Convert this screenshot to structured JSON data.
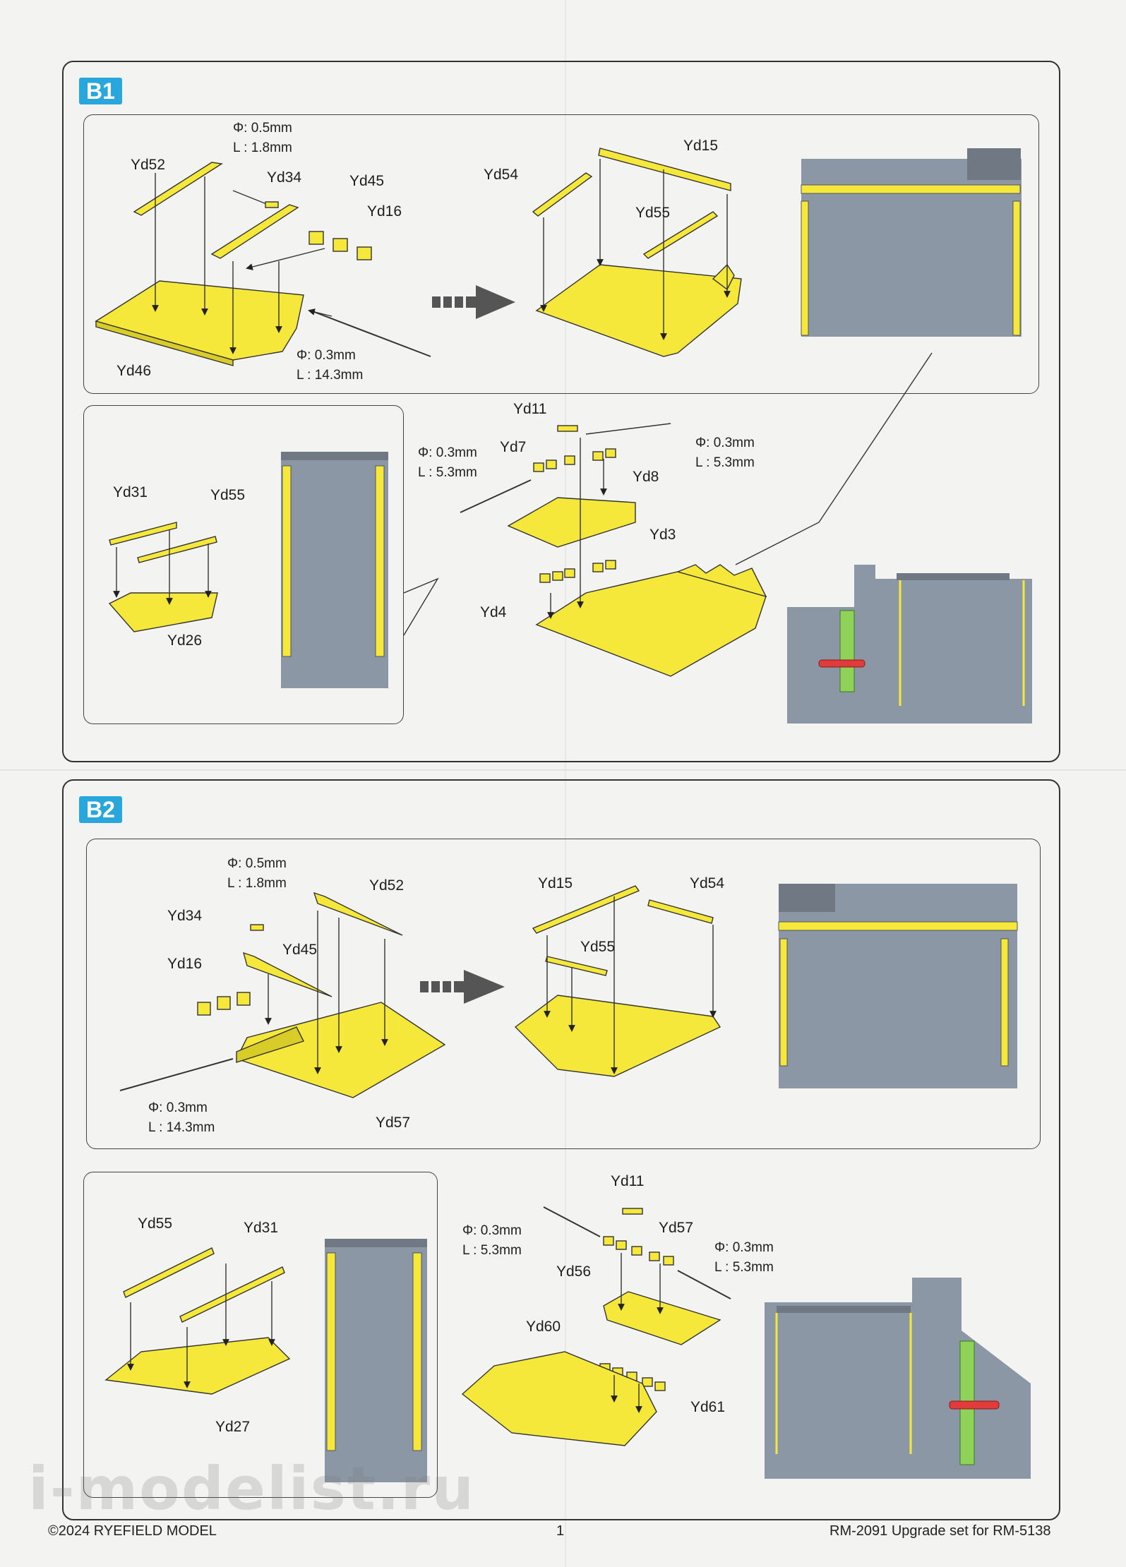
{
  "step_b1": {
    "badge": "B1",
    "labels": {
      "yd52": "Yd52",
      "yd34": "Yd34",
      "yd45": "Yd45",
      "yd16": "Yd16",
      "yd46": "Yd46",
      "yd15": "Yd15",
      "yd54": "Yd54",
      "yd55": "Yd55",
      "yd31": "Yd31",
      "yd55b": "Yd55",
      "yd26": "Yd26",
      "yd11": "Yd11",
      "yd7": "Yd7",
      "yd8": "Yd8",
      "yd3": "Yd3",
      "yd4": "Yd4"
    },
    "wire_top": {
      "phi": "Φ: 0.5mm",
      "len": "L : 1.8mm"
    },
    "wire_bottom": {
      "phi": "Φ: 0.3mm",
      "len": "L : 14.3mm"
    },
    "wire_left": {
      "phi": "Φ: 0.3mm",
      "len": "L : 5.3mm"
    },
    "wire_right": {
      "phi": "Φ: 0.3mm",
      "len": "L : 5.3mm"
    }
  },
  "step_b2": {
    "badge": "B2",
    "labels": {
      "yd34": "Yd34",
      "yd52": "Yd52",
      "yd16": "Yd16",
      "yd45": "Yd45",
      "yd57": "Yd57",
      "yd15": "Yd15",
      "yd54": "Yd54",
      "yd55": "Yd55",
      "yd55b": "Yd55",
      "yd31": "Yd31",
      "yd27": "Yd27",
      "yd11": "Yd11",
      "yd57b": "Yd57",
      "yd56": "Yd56",
      "yd60": "Yd60",
      "yd61": "Yd61"
    },
    "wire_top": {
      "phi": "Φ: 0.5mm",
      "len": "L : 1.8mm"
    },
    "wire_bottom": {
      "phi": "Φ: 0.3mm",
      "len": "L : 14.3mm"
    },
    "wire_left": {
      "phi": "Φ: 0.3mm",
      "len": "L : 5.3mm"
    },
    "wire_right": {
      "phi": "Φ: 0.3mm",
      "len": "L : 5.3mm"
    }
  },
  "footer": {
    "copyright": "©2024 RYEFIELD MODEL",
    "page": "1",
    "product": "RM-2091 Upgrade set for RM-5138"
  },
  "watermark": "i-modelist.ru",
  "colors": {
    "part": "#f5e83a",
    "hull": "#8c97a5",
    "badge": "#29a7dd",
    "hinge": "#8ed25a",
    "handle": "#e23b3b"
  }
}
